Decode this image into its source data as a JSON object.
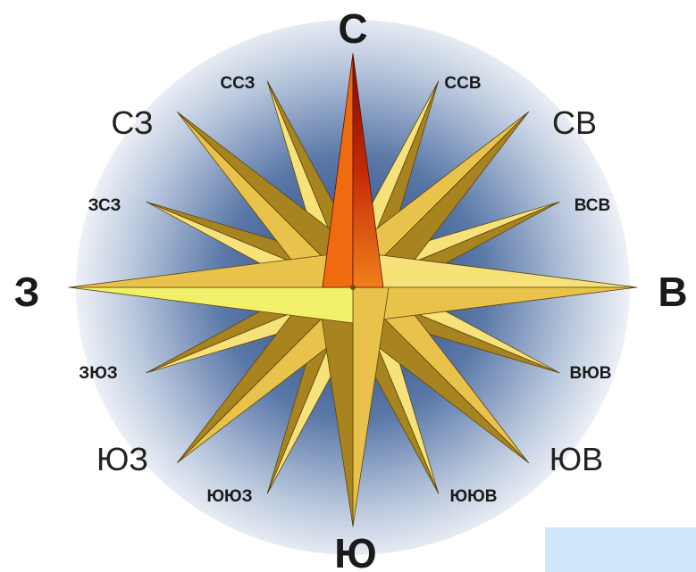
{
  "labels": {
    "north": "С",
    "south": "Ю",
    "east": "В",
    "west": "З",
    "northeast": "СВ",
    "northwest": "СЗ",
    "southeast": "ЮВ",
    "southwest": "ЮЗ",
    "nne": "ССВ",
    "nnw": "ССЗ",
    "ene": "ВСВ",
    "wnw": "ЗСЗ",
    "ese": "ВЮВ",
    "wsw": "ЗЮЗ",
    "sse": "ЮЮВ",
    "ssw": "ЮЮЗ"
  },
  "colors": {
    "needle_north": "#b01a08",
    "needle_north_light": "#f06a10",
    "point_gold": "#e8c24a",
    "point_gold_dark": "#a88420",
    "point_gold_light": "#f7e27a",
    "west_highlight": "#f2f06a",
    "halo_inner": "#2f4f80",
    "halo_outer": "#ffffff",
    "corner_box": "#cfe7fa"
  }
}
